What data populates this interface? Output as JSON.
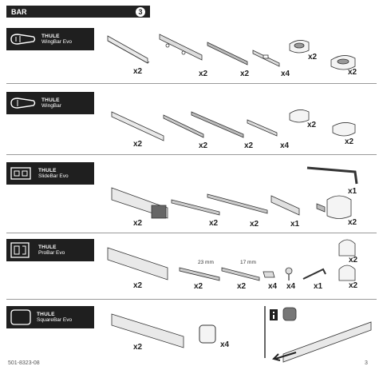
{
  "header": {
    "title": "BAR",
    "step": "3"
  },
  "sections": [
    {
      "brand": "THULE",
      "model": "WingBar Evo",
      "quantities": [
        "x2",
        "x2",
        "x2",
        "x4",
        "x2",
        "x2"
      ]
    },
    {
      "brand": "THULE",
      "model": "WingBar",
      "quantities": [
        "x2",
        "x2",
        "x2",
        "x4",
        "x2",
        "x2"
      ]
    },
    {
      "brand": "THULE",
      "model": "SlideBar Evo",
      "quantities": [
        "x1",
        "x2",
        "x2",
        "x2",
        "x1",
        "x2"
      ]
    },
    {
      "brand": "THULE",
      "model": "ProBar Evo",
      "quantities": [
        "x2",
        "x2",
        "x2",
        "x2",
        "x4",
        "x4",
        "x1",
        "x2"
      ],
      "dimensions": [
        "23 mm",
        "17 mm"
      ]
    },
    {
      "brand": "THULE",
      "model": "SquareBar Evo",
      "quantities": [
        "x2",
        "x4"
      ]
    }
  ],
  "footer": {
    "doc_number": "501-8323-08",
    "page_number": "3"
  }
}
